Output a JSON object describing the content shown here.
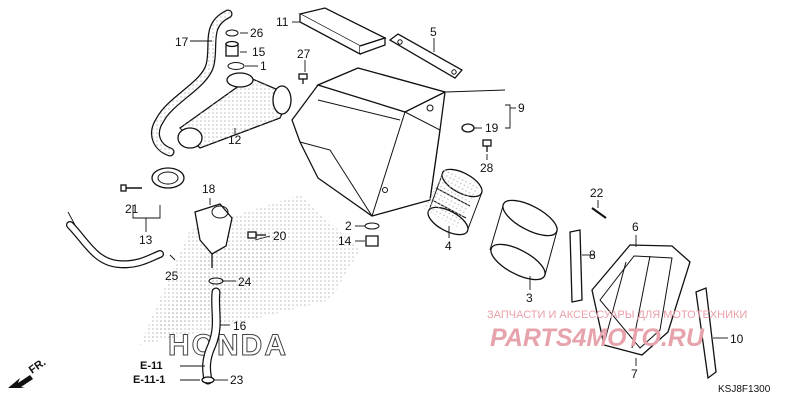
{
  "diagram": {
    "callouts": [
      {
        "id": "n1",
        "text": "1"
      },
      {
        "id": "n2",
        "text": "2"
      },
      {
        "id": "n3",
        "text": "3"
      },
      {
        "id": "n4",
        "text": "4"
      },
      {
        "id": "n5",
        "text": "5"
      },
      {
        "id": "n6",
        "text": "6"
      },
      {
        "id": "n7",
        "text": "7"
      },
      {
        "id": "n8",
        "text": "8"
      },
      {
        "id": "n9",
        "text": "9"
      },
      {
        "id": "n10",
        "text": "10"
      },
      {
        "id": "n11",
        "text": "11"
      },
      {
        "id": "n12",
        "text": "12"
      },
      {
        "id": "n13",
        "text": "13"
      },
      {
        "id": "n14",
        "text": "14"
      },
      {
        "id": "n15",
        "text": "15"
      },
      {
        "id": "n16",
        "text": "16"
      },
      {
        "id": "n17",
        "text": "17"
      },
      {
        "id": "n18",
        "text": "18"
      },
      {
        "id": "n19",
        "text": "19"
      },
      {
        "id": "n20",
        "text": "20"
      },
      {
        "id": "n21",
        "text": "21"
      },
      {
        "id": "n22",
        "text": "22"
      },
      {
        "id": "n23",
        "text": "23"
      },
      {
        "id": "n24",
        "text": "24"
      },
      {
        "id": "n25",
        "text": "25"
      },
      {
        "id": "n26",
        "text": "26"
      },
      {
        "id": "n27",
        "text": "27"
      },
      {
        "id": "n28",
        "text": "28"
      }
    ],
    "section_codes": [
      "E-11",
      "E-11-1"
    ],
    "direction_label": "FR.",
    "reference_code": "KSJ8F1300",
    "brand_logo_text": "HONDA",
    "watermark": {
      "line1": "ЗАПЧАСТИ И АКСЕССУАРЫ ДЛЯ МОТОТЕХНИКИ",
      "line2": "PARTS4MOTO.RU"
    },
    "colors": {
      "ink": "#111111",
      "watermark": "#e7a3ab",
      "logo_dots": "#bdbdbd",
      "background": "#ffffff"
    }
  }
}
